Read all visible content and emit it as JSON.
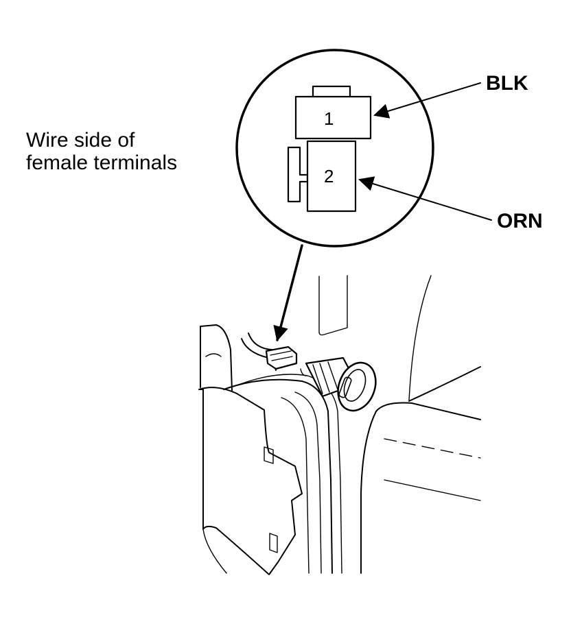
{
  "caption": {
    "line1": "Wire side of",
    "line2": "female terminals"
  },
  "wires": [
    {
      "label": "BLK",
      "terminal": "1"
    },
    {
      "label": "ORN",
      "terminal": "2"
    }
  ],
  "colors": {
    "ink": "#000000",
    "background": "#ffffff"
  }
}
